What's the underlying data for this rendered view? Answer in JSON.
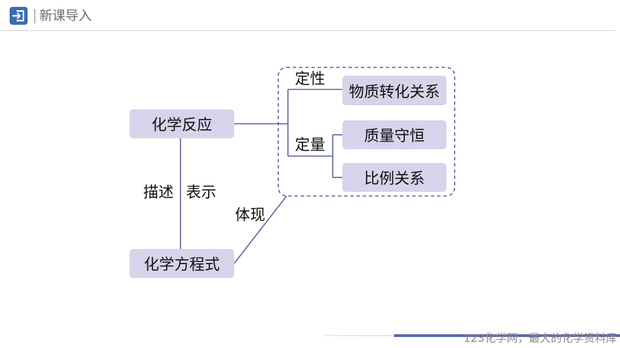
{
  "header": {
    "title": "新课导入",
    "icon": "return-arrow-icon",
    "accent_color": "#3b6db4"
  },
  "diagram": {
    "nodes": {
      "reaction": "化学反应",
      "equation": "化学方程式",
      "transformation": "物质转化关系",
      "conservation": "质量守恒",
      "ratio": "比例关系"
    },
    "edge_labels": {
      "describe": "描述",
      "represent": "表示",
      "qualitative": "定性",
      "quantitative": "定量",
      "embody": "体现"
    },
    "node_color": "#d5d4ea",
    "line_color": "#5a5e9f"
  },
  "footer": {
    "watermark": "123化学网，最大的化学资料库"
  }
}
